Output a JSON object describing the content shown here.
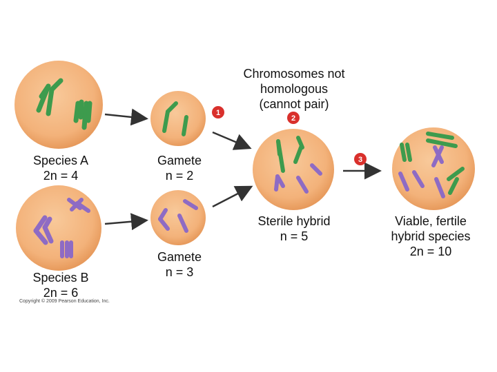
{
  "labels": {
    "species_a": {
      "name": "Species A",
      "count": "2n = 4"
    },
    "species_b": {
      "name": "Species B",
      "count": "2n = 6"
    },
    "gamete_a": {
      "name": "Gamete",
      "count": "n = 2"
    },
    "gamete_b": {
      "name": "Gamete",
      "count": "n = 3"
    },
    "not_homologous": {
      "line1": "Chromosomes not",
      "line2": "homologous",
      "line3": "(cannot pair)"
    },
    "sterile_hybrid": {
      "name": "Sterile hybrid",
      "count": "n = 5"
    },
    "viable_hybrid": {
      "line1": "Viable, fertile",
      "line2": "hybrid species",
      "count": "2n = 10"
    }
  },
  "steps": [
    "1",
    "2",
    "3"
  ],
  "copyright": "Copyright © 2009 Pearson Education, Inc.",
  "colors": {
    "cell_fill": "#f3b27a",
    "cell_edge": "#e79a5c",
    "green_chromosome": "#3d9b4d",
    "purple_chromosome": "#8e6bc4",
    "step_badge": "#d9302c",
    "arrow": "#333333"
  }
}
